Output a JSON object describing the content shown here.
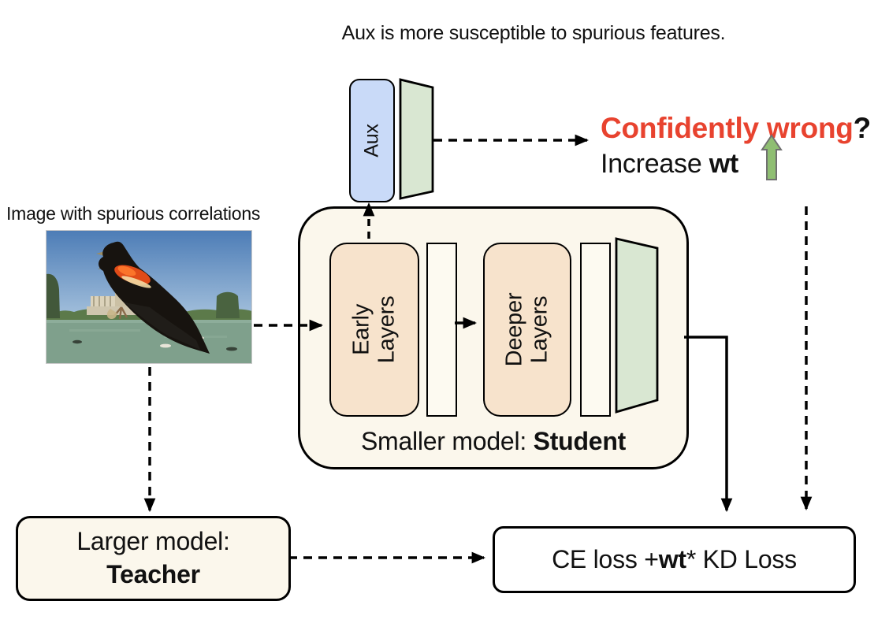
{
  "caption_top": "Aux is more susceptible to spurious features.",
  "aux": {
    "label": "Aux"
  },
  "callout": {
    "confidently": "Confidently wrong",
    "question_mark": "?",
    "increase_prefix": "Increase ",
    "increase_bold": "wt",
    "icon": "green-up-arrow"
  },
  "input_image": {
    "label": "Image with spurious correlations",
    "icon": "bird-photo"
  },
  "student": {
    "early_line1": "Early",
    "early_line2": "Layers",
    "deeper_line1": "Deeper",
    "deeper_line2": "Layers",
    "caption_prefix": "Smaller model: ",
    "caption_bold": "Student"
  },
  "teacher": {
    "line1": "Larger model:",
    "bold": "Teacher"
  },
  "loss": {
    "part1": "CE loss + ",
    "bold": "wt",
    "part2": " * KD Loss"
  },
  "colors": {
    "red_text": "#e8432f",
    "aux_fill": "#c9daf8",
    "trapezoid_fill": "#d9e7d2",
    "layer_fill": "#f7e3cc",
    "model_fill": "#fbf7ec",
    "green_arrow_fill": "#8fbe72"
  }
}
